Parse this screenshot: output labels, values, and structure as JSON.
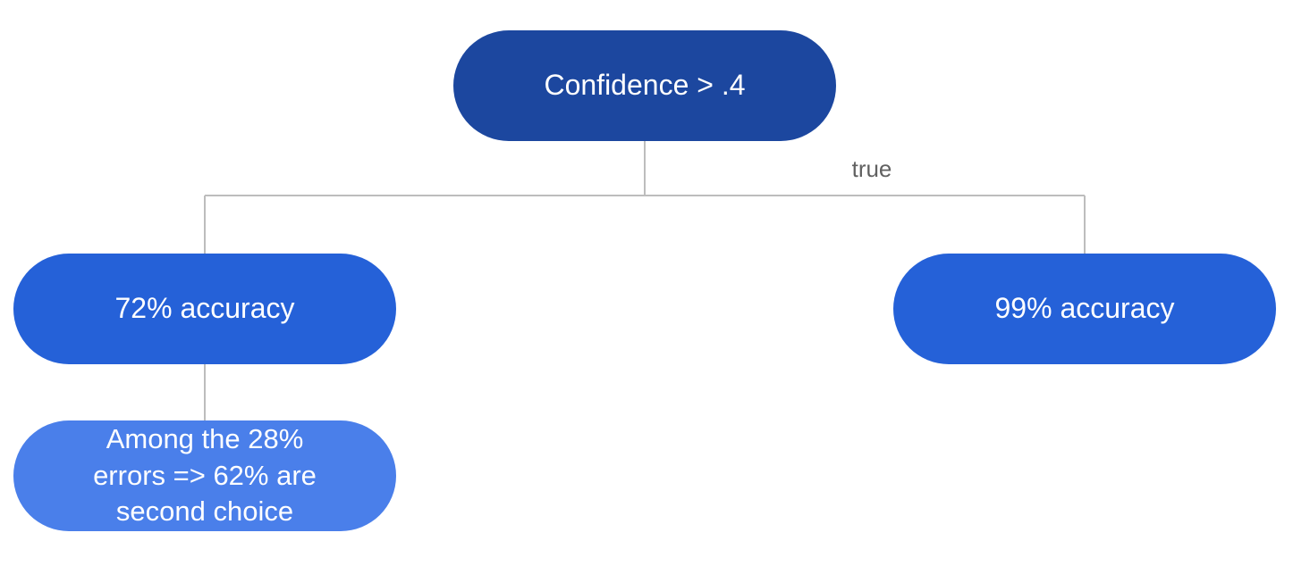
{
  "diagram": {
    "colors": {
      "root_fill": "#1c479f",
      "level_fill": "#2561d8",
      "leaf_fill": "#4a7fea",
      "connector": "#bdbdbd",
      "label_text": "#616161"
    },
    "nodes": {
      "root": {
        "label": "Confidence > .4"
      },
      "left": {
        "label": "72% accuracy"
      },
      "right": {
        "label": "99% accuracy"
      },
      "left_child": {
        "label": "Among the 28% errors => 62% are second choice"
      }
    },
    "edges": {
      "root_to_right": {
        "label": "true"
      }
    }
  }
}
